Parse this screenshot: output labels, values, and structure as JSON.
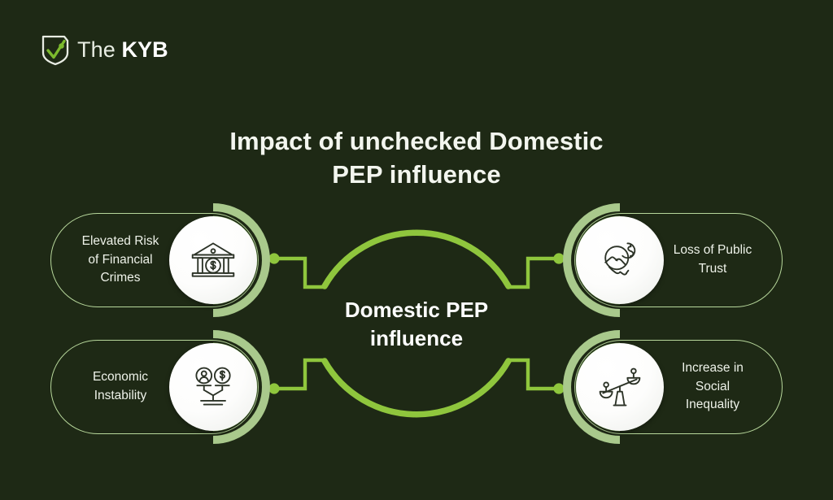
{
  "page": {
    "background_color": "#1e2915",
    "accent_green": "#8fc63d",
    "pale_green": "#b7d79b",
    "muted_arc_green": "#a9c98c",
    "text_color": "#f3f6ef"
  },
  "logo": {
    "mark_name": "shield-check-logo-icon",
    "text_light": "The ",
    "text_bold": "KYB"
  },
  "title": {
    "line1": "Impact of unchecked Domestic",
    "line2": "PEP influence"
  },
  "center": {
    "line1": "Domestic PEP",
    "line2": "influence",
    "ring_color": "#8fc63d"
  },
  "nodes": [
    {
      "id": "elevated-risk-of-financial-crimes",
      "position": "top-left",
      "label_line1": "Elevated Risk",
      "label_line2": "of Financial",
      "label_line3": "Crimes",
      "icon": "bank-dollar-icon"
    },
    {
      "id": "loss-of-public-trust",
      "position": "top-right",
      "label_line1": "Loss of Public",
      "label_line2": "Trust",
      "label_line3": "",
      "icon": "handshake-broken-trust-icon"
    },
    {
      "id": "economic-instability",
      "position": "bottom-left",
      "label_line1": "Economic",
      "label_line2": "Instability",
      "label_line3": "",
      "icon": "person-money-scale-icon"
    },
    {
      "id": "increase-in-social-inequality",
      "position": "bottom-right",
      "label_line1": "Increase in",
      "label_line2": "Social",
      "label_line3": "Inequality",
      "icon": "unbalanced-scale-icon"
    }
  ]
}
